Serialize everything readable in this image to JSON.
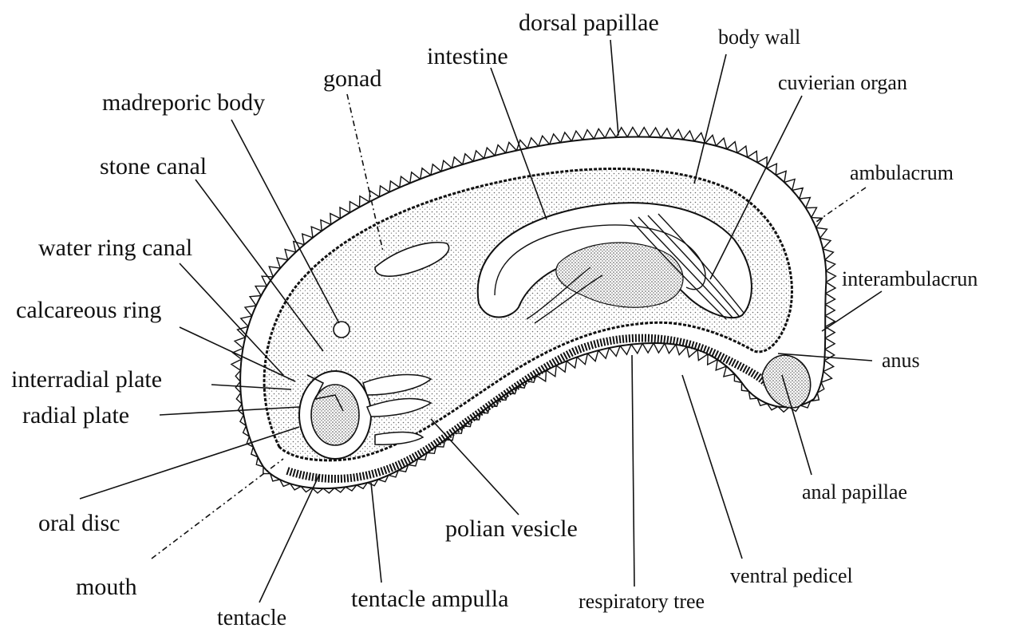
{
  "labels": {
    "dorsal_papillae": "dorsal papillae",
    "body_wall": "body wall",
    "intestine": "intestine",
    "gonad": "gonad",
    "madreporic_body": "madreporic body",
    "cuvierian_organ": "cuvierian organ",
    "stone_canal": "stone canal",
    "ambulacrum": "ambulacrum",
    "water_ring_canal": "water ring canal",
    "interambulacrum": "interambulacrun",
    "calcareous_ring": "calcareous ring",
    "anus": "anus",
    "interradial_plate": "interradial plate",
    "radial_plate": "radial plate",
    "anal_papillae": "anal papillae",
    "oral_disc": "oral disc",
    "polian_vesicle": "polian vesicle",
    "mouth": "mouth",
    "ventral_pedicel": "ventral pedicel",
    "tentacle_ampulla": "tentacle ampulla",
    "respiratory_tree": "respiratory tree",
    "tentacle": "tentacle"
  },
  "colors": {
    "ink": "#111111",
    "stipple": "#d9d9d9",
    "background": "#ffffff"
  }
}
